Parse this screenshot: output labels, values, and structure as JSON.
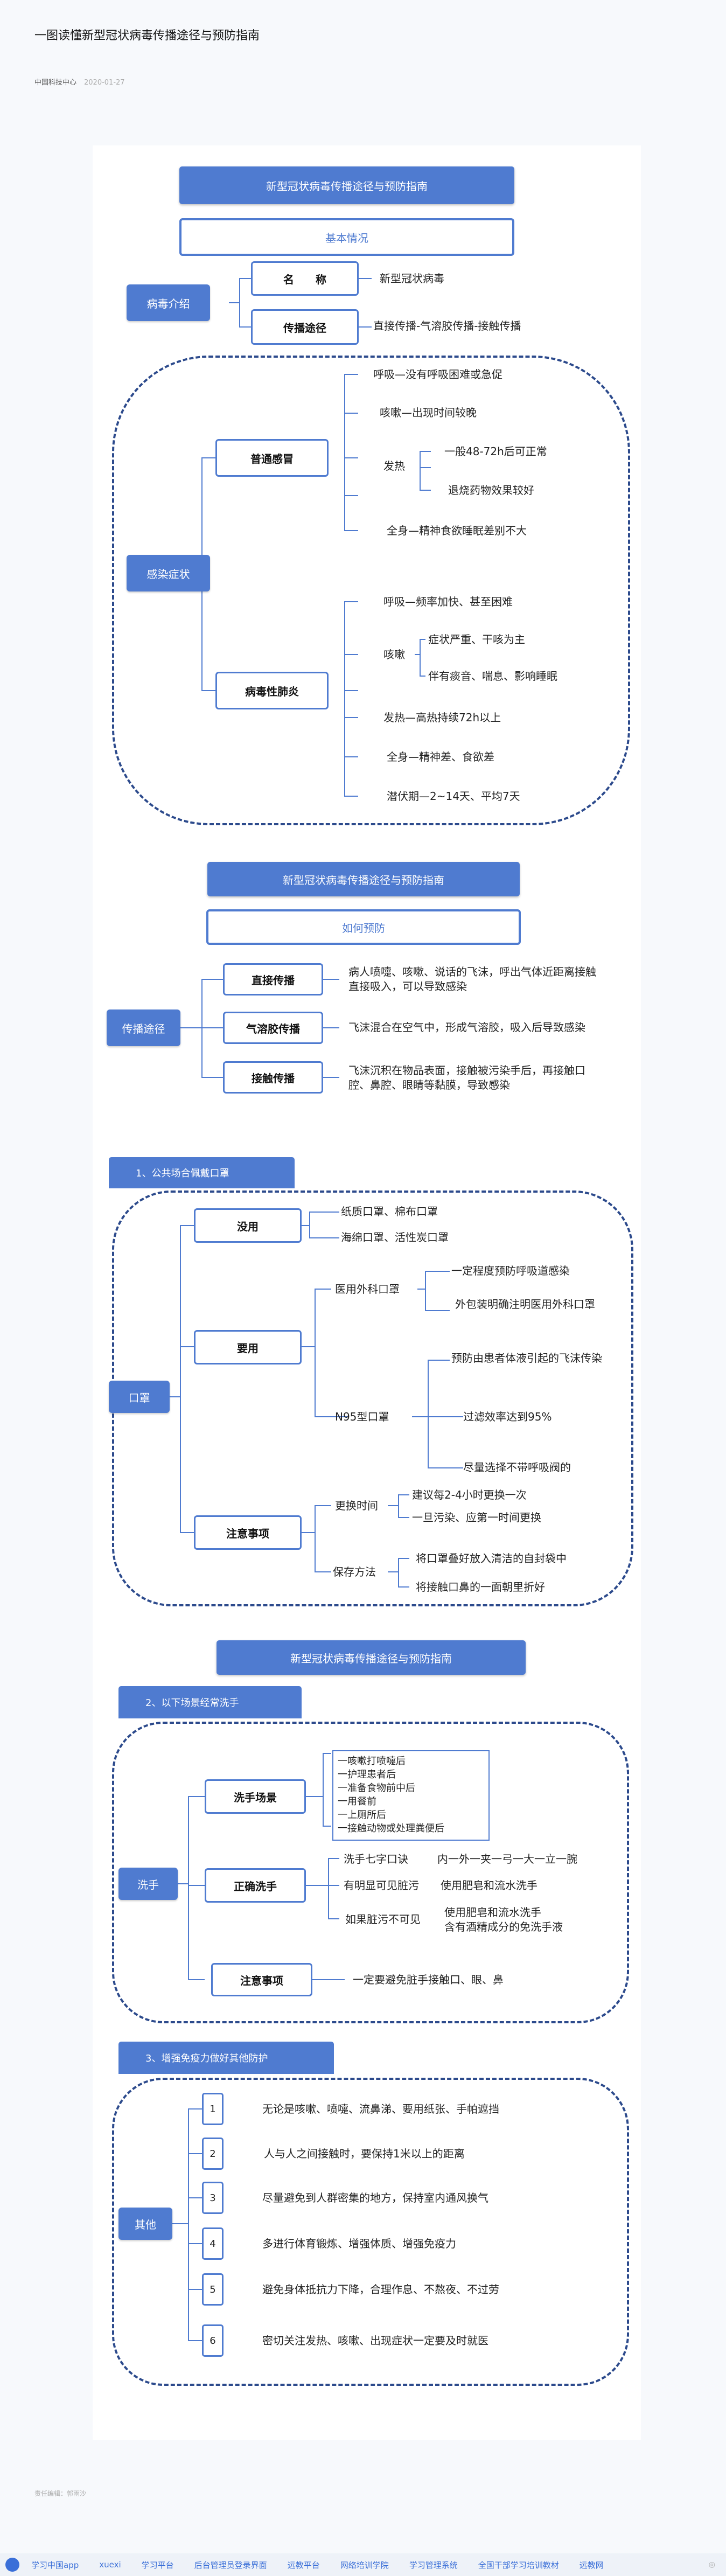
{
  "page": {
    "title": "一图读懂新型冠状病毒传播途径与预防指南",
    "source": "中国科技中心",
    "date": "2020-01-27",
    "footer_note": "责任编辑：郭雨沙"
  },
  "part1": {
    "header": "新型冠状病毒传播途径与预防指南",
    "subheader": "基本情况",
    "virus_intro": "病毒介绍",
    "name_label": "名　　称",
    "name_value": "新型冠状病毒",
    "route_label": "传播途径",
    "route_value": "直接传播-气溶胶传播-接触传播",
    "symptoms_label": "感染症状",
    "common_cold": "普通感冒",
    "cold_items": [
      "呼吸—没有呼吸困难或急促",
      "咳嗽—出现时间较晚",
      "发热",
      "全身—精神食欲睡眠差别不大"
    ],
    "fever_items": [
      "一般48-72h后可正常",
      "退烧药物效果较好"
    ],
    "pneumonia": "病毒性肺炎",
    "pneu_items": [
      "呼吸—频率加快、甚至困难",
      "咳嗽",
      "发热—高热持续72h以上",
      "全身—精神差、食欲差",
      "潜伏期—2~14天、平均7天"
    ],
    "cough_items": [
      "症状严重、干咳为主",
      "伴有痰音、喘息、影响睡眠"
    ]
  },
  "part2": {
    "header": "新型冠状病毒传播途径与预防指南",
    "subheader": "如何预防",
    "root": "传播途径",
    "items": [
      {
        "label": "直接传播",
        "desc": "病人喷嚏、咳嗽、说话的飞沫，呼出气体近距离接触直接吸入，可以导致感染"
      },
      {
        "label": "气溶胶传播",
        "desc": "飞沫混合在空气中，形成气溶胶，吸入后导致感染"
      },
      {
        "label": "接触传播",
        "desc": "飞沫沉积在物品表面，接触被污染手后，再接触口腔、鼻腔、眼睛等黏膜，导致感染"
      }
    ]
  },
  "part3": {
    "section": "1、公共场合佩戴口罩",
    "root": "口罩",
    "useless": "没用",
    "useless_items": [
      "纸质口罩、棉布口罩",
      "海绵口罩、活性炭口罩"
    ],
    "useful": "要用",
    "medical": "医用外科口罩",
    "medical_items": [
      "一定程度预防呼吸道感染",
      "外包装明确注明医用外科口罩"
    ],
    "n95": "N95型口罩",
    "n95_items": [
      "预防由患者体液引起的飞沫传染",
      "过滤效率达到95%",
      "尽量选择不带呼吸阀的"
    ],
    "notes": "注意事项",
    "change_time": "更换时间",
    "change_items": [
      "建议每2-4小时更换一次",
      "一旦污染、应第一时间更换"
    ],
    "storage": "保存方法",
    "storage_items": [
      "将口罩叠好放入清洁的自封袋中",
      "将接触口鼻的一面朝里折好"
    ]
  },
  "part4": {
    "header": "新型冠状病毒传播途径与预防指南",
    "section": "2、以下场景经常洗手",
    "root": "洗手",
    "scene": "洗手场景",
    "scene_items": [
      "一咳嗽打喷嚏后",
      "一护理患者后",
      "一准备食物前中后",
      "一用餐前",
      "一上厕所后",
      "一接触动物或处理粪便后"
    ],
    "correct": "正确洗手",
    "correct_rows": [
      {
        "left": "洗手七字口诀",
        "right": "内一外一夹一弓一大一立一腕"
      },
      {
        "left": "有明显可见脏污",
        "right": "使用肥皂和流水洗手"
      },
      {
        "left": "如果脏污不可见",
        "right": "使用肥皂和流水洗手\n含有酒精成分的免洗手液"
      }
    ],
    "notes": "注意事项",
    "note_text": "一定要避免脏手接触口、眼、鼻"
  },
  "part5": {
    "section": "3、增强免疫力做好其他防护",
    "root": "其他",
    "items": [
      {
        "num": "1",
        "text": "无论是咳嗽、喷嚏、流鼻涕、要用纸张、手帕遮挡"
      },
      {
        "num": "2",
        "text": "人与人之间接触时，要保持1米以上的距离"
      },
      {
        "num": "3",
        "text": "尽量避免到人群密集的地方，保持室内通风换气"
      },
      {
        "num": "4",
        "text": "多进行体育锻炼、增强体质、增强免疫力"
      },
      {
        "num": "5",
        "text": "避免身体抵抗力下降，合理作息、不熬夜、不过劳"
      },
      {
        "num": "6",
        "text": "密切关注发热、咳嗽、出现症状一定要及时就医"
      }
    ]
  },
  "bottom_bar": [
    "学习中国app",
    "xuexi",
    "学习平台",
    "后台管理员登录界面",
    "远教平台",
    "网络培训学院",
    "学习管理系统",
    "全国干部学习培训教材",
    "远教网"
  ],
  "colors": {
    "accent": "#4f7bd0",
    "dash": "#2c4a8c"
  }
}
